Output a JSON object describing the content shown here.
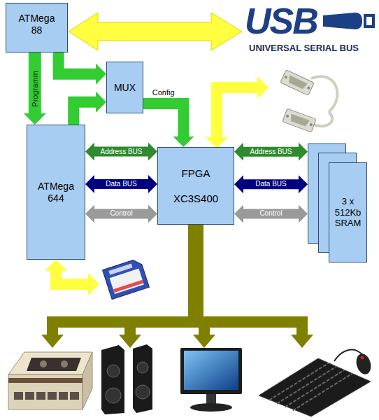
{
  "diagram": {
    "nodes": [
      {
        "text": [
          "ATMega 88"
        ]
      },
      {
        "text": [
          "MUX"
        ]
      },
      {
        "text": [
          "ATMega 644"
        ]
      },
      {
        "text": [
          "FPGA",
          "XC3S400"
        ]
      },
      {
        "text": [
          "3 x 512Kb SRAM"
        ]
      }
    ],
    "edges": [
      {
        "from": 0,
        "to": 2,
        "label": "Programm",
        "arrow": "to"
      },
      {
        "from": 0,
        "to": 1,
        "arrow": "to"
      },
      {
        "from": 2,
        "to": 1,
        "arrow": "to"
      },
      {
        "from": 1,
        "to": 3,
        "label": "Config",
        "arrow": "to"
      },
      {
        "from": 2,
        "to": 3,
        "label": "Address BUS",
        "arrow": "both"
      },
      {
        "from": 2,
        "to": 3,
        "label": "Data BUS",
        "arrow": "both"
      },
      {
        "from": 2,
        "to": 3,
        "label": "Control",
        "arrow": "both"
      },
      {
        "from": 3,
        "to": 4,
        "label": "Address BUS",
        "arrow": "both"
      },
      {
        "from": 3,
        "to": 4,
        "label": "Data BUS",
        "arrow": "both"
      },
      {
        "from": 3,
        "to": 4,
        "label": "Control",
        "arrow": "both"
      }
    ],
    "labels": [
      "USB",
      "UNIVERSAL SERIAL BUS"
    ]
  }
}
